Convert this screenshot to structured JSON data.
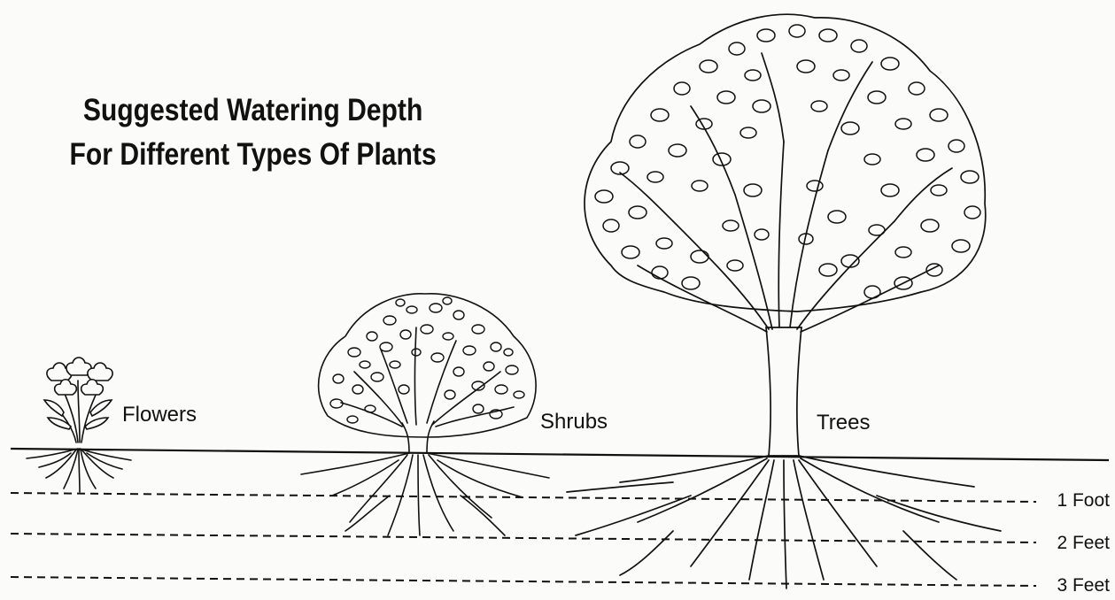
{
  "title": {
    "line1": "Suggested Watering Depth",
    "line2": "For Different Types Of Plants"
  },
  "plants": {
    "flowers": "Flowers",
    "shrubs": "Shrubs",
    "trees": "Trees"
  },
  "depths": {
    "one": "1 Foot",
    "two": "2 Feet",
    "three": "3 Feet"
  },
  "colors": {
    "ink": "#111111",
    "paper": "#fbfbf9"
  }
}
